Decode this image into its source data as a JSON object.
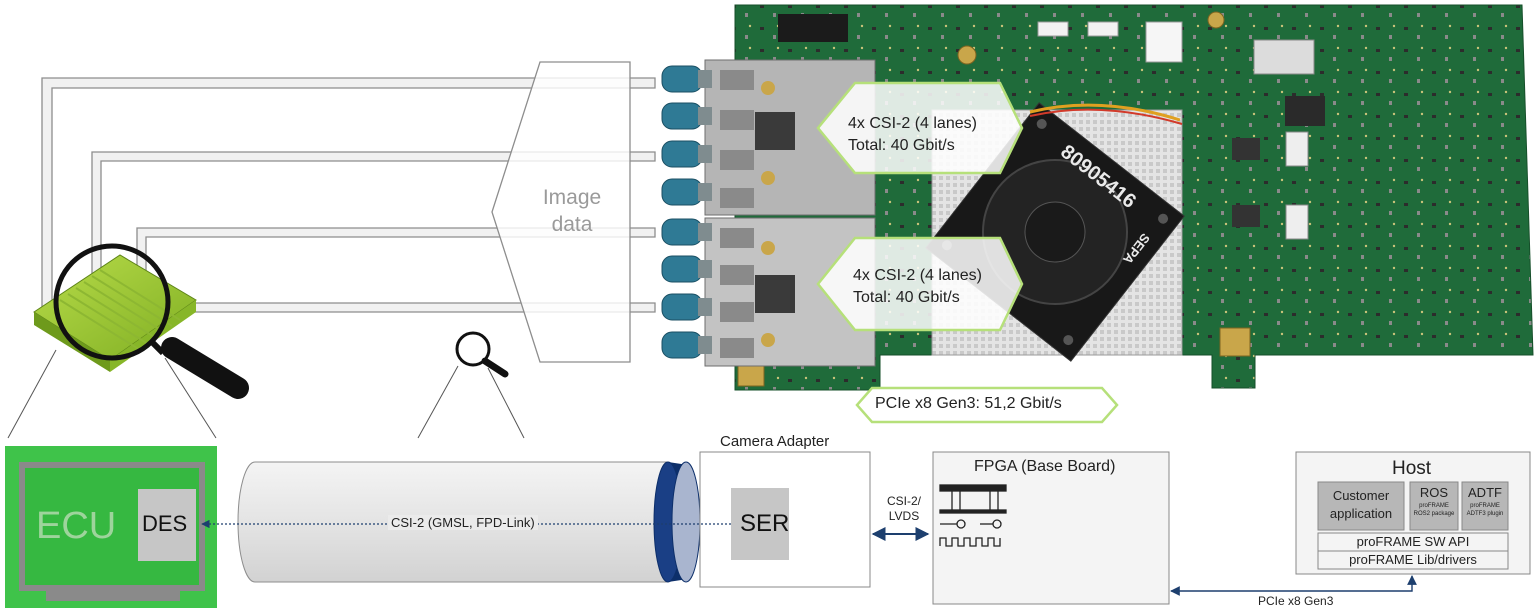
{
  "image_data": {
    "line1": "Image",
    "line2": "data"
  },
  "callout_top": {
    "line1": "4x CSI-2 (4 lanes)",
    "line2": "Total: 40 Gbit/s"
  },
  "callout_bottom": {
    "line1": "4x CSI-2 (4 lanes)",
    "line2": "Total: 40 Gbit/s"
  },
  "pcie_callout": "PCIe x8 Gen3: 51,2 Gbit/s",
  "heatsink_label": {
    "sepa": "SEPA",
    "code": "80905416"
  },
  "ecu": {
    "label": "ECU",
    "des": "DES"
  },
  "cable": {
    "label": "CSI-2 (GMSL, FPD-Link)"
  },
  "camera_adapter": {
    "title": "Camera Adapter",
    "ser": "SER"
  },
  "link_adapter_fpga": {
    "line1": "CSI-2/",
    "line2": "LVDS"
  },
  "fpga": {
    "title": "FPGA (Base Board)"
  },
  "host": {
    "title": "Host",
    "customer_app": {
      "line1": "Customer",
      "line2": "application"
    },
    "ros": {
      "title": "ROS",
      "sub1": "proFRAME",
      "sub2": "ROS2 package"
    },
    "adtf": {
      "title": "ADTF",
      "sub1": "proFRAME",
      "sub2": "ADTF3 plugin"
    },
    "api": "proFRAME SW API",
    "lib": "proFRAME Lib/drivers"
  },
  "link_fpga_host": "PCIe x8 Gen3",
  "colors": {
    "ecu_green": "#3fc34a",
    "pcb_green": "#1f6b3a",
    "callout_border": "#b6e07a",
    "connector_blue": "#2f7a95",
    "lens_dark": "#0d2f6a",
    "link_blue": "#1d3f6e"
  }
}
